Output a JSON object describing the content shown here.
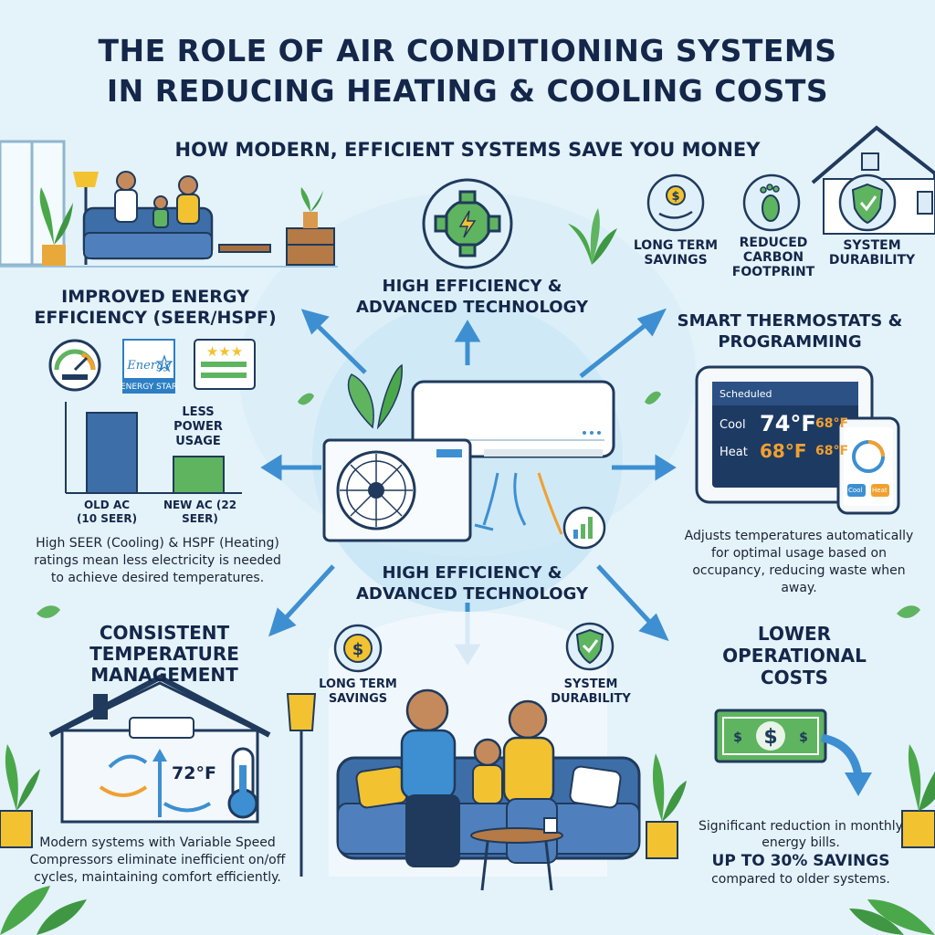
{
  "title": {
    "line1": "THE ROLE OF AIR CONDITIONING SYSTEMS",
    "line2": "IN REDUCING HEATING & COOLING COSTS"
  },
  "subtitle": "HOW MODERN, EFFICIENT SYSTEMS SAVE YOU MONEY",
  "top_benefits": [
    {
      "label": "LONG TERM SAVINGS",
      "icon": "dollar-hand-icon"
    },
    {
      "label": "REDUCED CARBON FOOTPRINT",
      "icon": "footprint-icon"
    },
    {
      "label": "SYSTEM DURABILITY",
      "icon": "shield-check-icon"
    }
  ],
  "center_top_heading": "HIGH EFFICIENCY & ADVANCED TECHNOLOGY",
  "center_bottom_heading": "HIGH EFFICIENCY & ADVANCED TECHNOLOGY",
  "energy": {
    "heading": "IMPROVED ENERGY EFFICIENCY (SEER/HSPF)",
    "energy_star_label": "ENERGY STAR",
    "energy_star_script": "Energy",
    "bar_annotation": "LESS POWER USAGE",
    "bars": [
      {
        "label": "OLD AC (10 SEER)",
        "seer": 10
      },
      {
        "label": "NEW AC (22 SEER)",
        "seer": 22
      }
    ],
    "description": "High SEER (Cooling) & HSPF (Heating) ratings mean less electricity is needed to achieve desired temperatures."
  },
  "thermostat": {
    "heading": "SMART THERMOSTATS & PROGRAMMING",
    "screen_label": "Scheduled",
    "cool_label": "Cool",
    "cool_value": "74°F",
    "cool_alt": "68°F",
    "heat_label": "Heat",
    "heat_value": "68°F",
    "heat_alt": "68°F",
    "phone_btn_1": "Cool",
    "phone_btn_2": "Heat",
    "description": "Adjusts temperatures automatically for optimal usage based on occupancy, reducing waste when away."
  },
  "consistent": {
    "heading": "CONSISTENT TEMPERATURE MANAGEMENT",
    "temp": "72°F",
    "description": "Modern systems with Variable Speed Compressors eliminate inefficient on/off cycles, maintaining comfort efficiently."
  },
  "lower_costs": {
    "heading": "LOWER OPERATIONAL COSTS",
    "description": "Significant reduction in monthly energy bills.",
    "highlight": "UP TO 30% SAVINGS",
    "description2": "compared to older systems."
  },
  "bottom_center": {
    "left_label": "LONG TERM SAVINGS",
    "right_label": "SYSTEM DURABILITY"
  },
  "colors": {
    "navy": "#14274a",
    "accent_blue": "#3d8fd1",
    "green": "#4aa84a",
    "gold": "#f2c230",
    "orange": "#f0a030",
    "bg": "#e4f2fa"
  }
}
